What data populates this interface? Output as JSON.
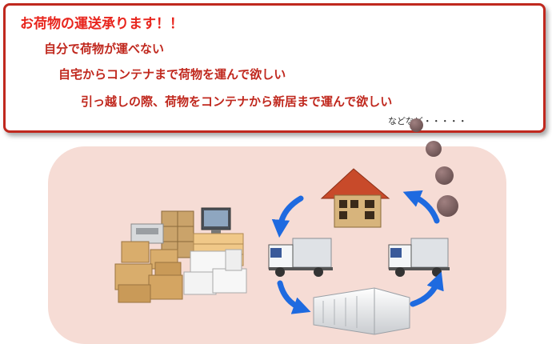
{
  "callout": {
    "lines": [
      "お荷物の運送承ります！！",
      "自分で荷物が運べない",
      "自宅からコンテナまで荷物を運んで欲しい",
      "引っ越しの際、荷物をコンテナから新居まで運んで欲しい"
    ],
    "etc": "などなど・・・・・"
  },
  "colors": {
    "title_red": "#e8241c",
    "text_red": "#c0281e",
    "pink_background": "#f6dcd5",
    "arrow_blue": "#1e6ae0",
    "bubble_brown": "#6a5252"
  },
  "icons": [
    "boxes-furniture-icon",
    "house-icon",
    "truck-icon",
    "truck-icon",
    "storage-container-icon",
    "cycle-arrow-icon",
    "thought-bubble-icon"
  ]
}
